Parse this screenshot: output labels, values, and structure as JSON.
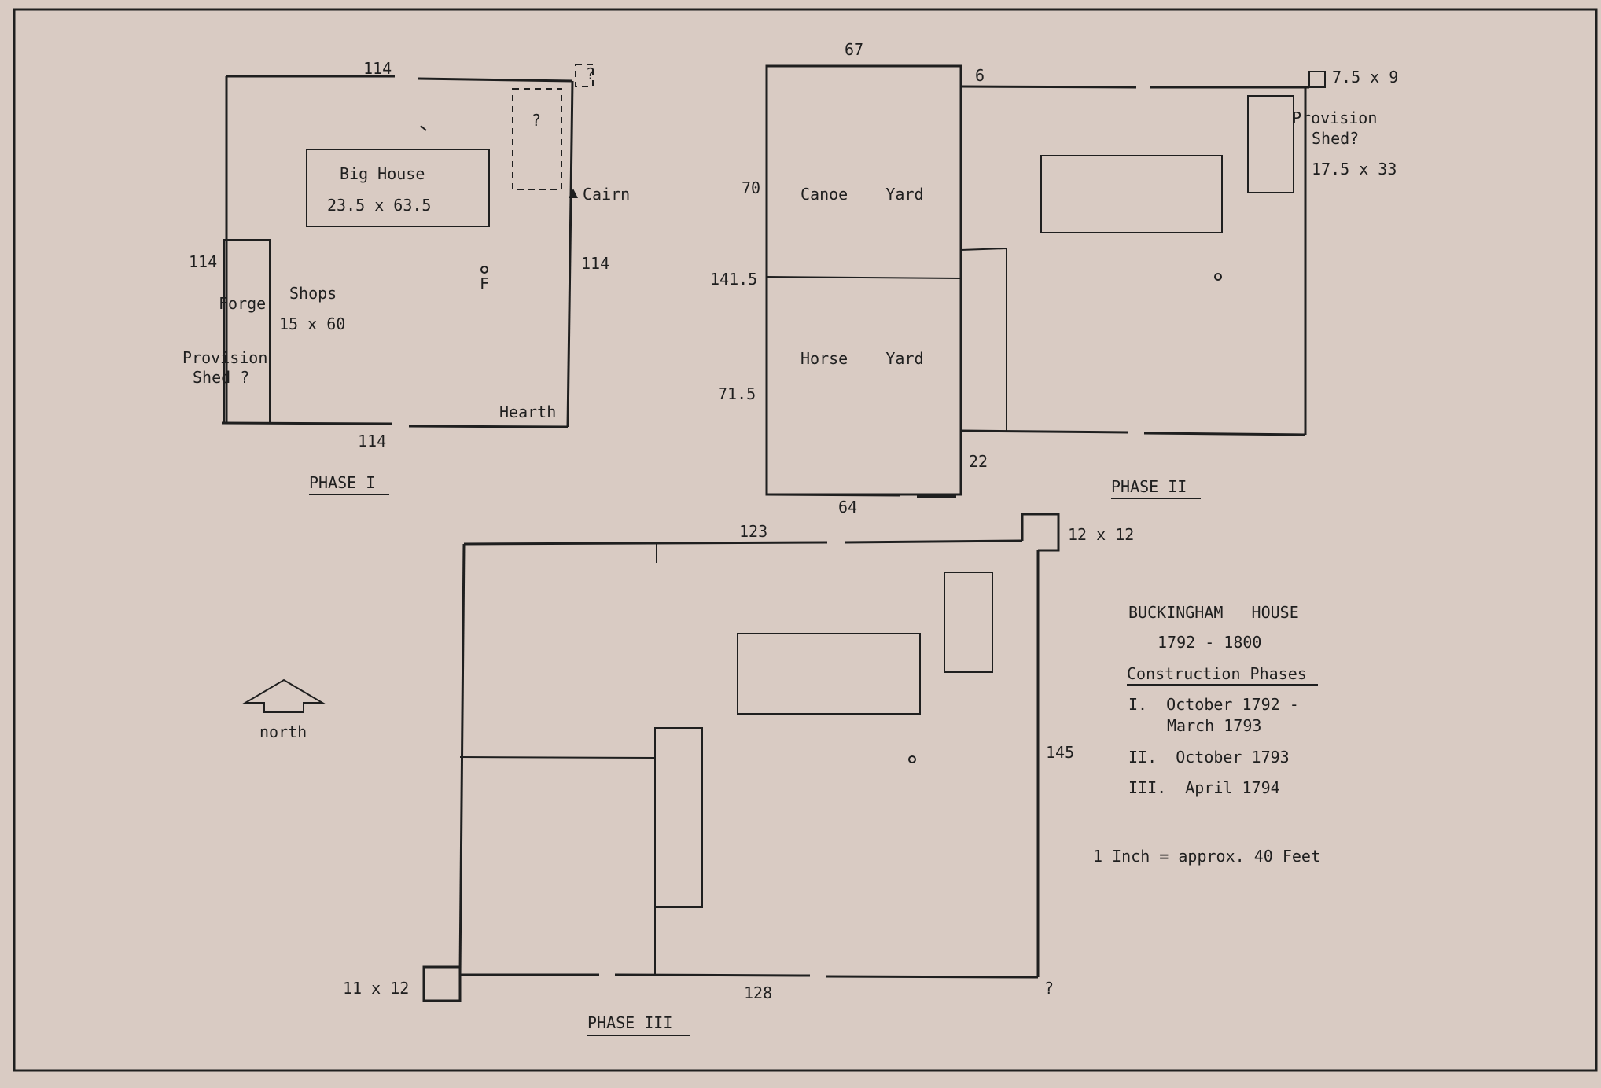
{
  "phase1": {
    "title": "PHASE I",
    "dim_top": "114",
    "dim_bottom": "114",
    "dim_left": "114",
    "dim_right": "114",
    "question_box": "?",
    "question_corner": "?",
    "big_house": "Big House",
    "big_house_dim": "23.5 x 63.5",
    "cairn": "Cairn",
    "f_label": "F",
    "forge": "Forge",
    "shops": "Shops",
    "shops_dim": "15 x 60",
    "provision_line1": "Provision",
    "provision_line2": "Shed ?",
    "hearth": "Hearth"
  },
  "phase2": {
    "title": "PHASE II",
    "dim_top": "67",
    "dim_gap": "6",
    "dim_corner": "7.5 x 9",
    "provision_line1": "Provision",
    "provision_line2": "Shed?",
    "provision_dim": "17.5 x 33",
    "canoe_yard": "Canoe    Yard",
    "horse_yard": "Horse    Yard",
    "dim_70": "70",
    "dim_141": "141.5",
    "dim_71": "71.5",
    "dim_22": "22",
    "dim_64": "64"
  },
  "phase3": {
    "title": "PHASE III",
    "dim_top": "123",
    "dim_corner_tr": "12 x 12",
    "dim_right": "145",
    "dim_bottom": "128",
    "dim_corner_bl": "11 x 12",
    "question_br": "?"
  },
  "north_label": "north",
  "legend": {
    "title": "BUCKINGHAM   HOUSE",
    "years": "1792 - 1800",
    "subtitle": "Construction Phases",
    "phase_i_line1": "I.  October 1792 -",
    "phase_i_line2": "March 1793",
    "phase_ii": "II.  October 1793",
    "phase_iii": "III.  April 1794",
    "scale": "1 Inch = approx. 40 Feet"
  }
}
